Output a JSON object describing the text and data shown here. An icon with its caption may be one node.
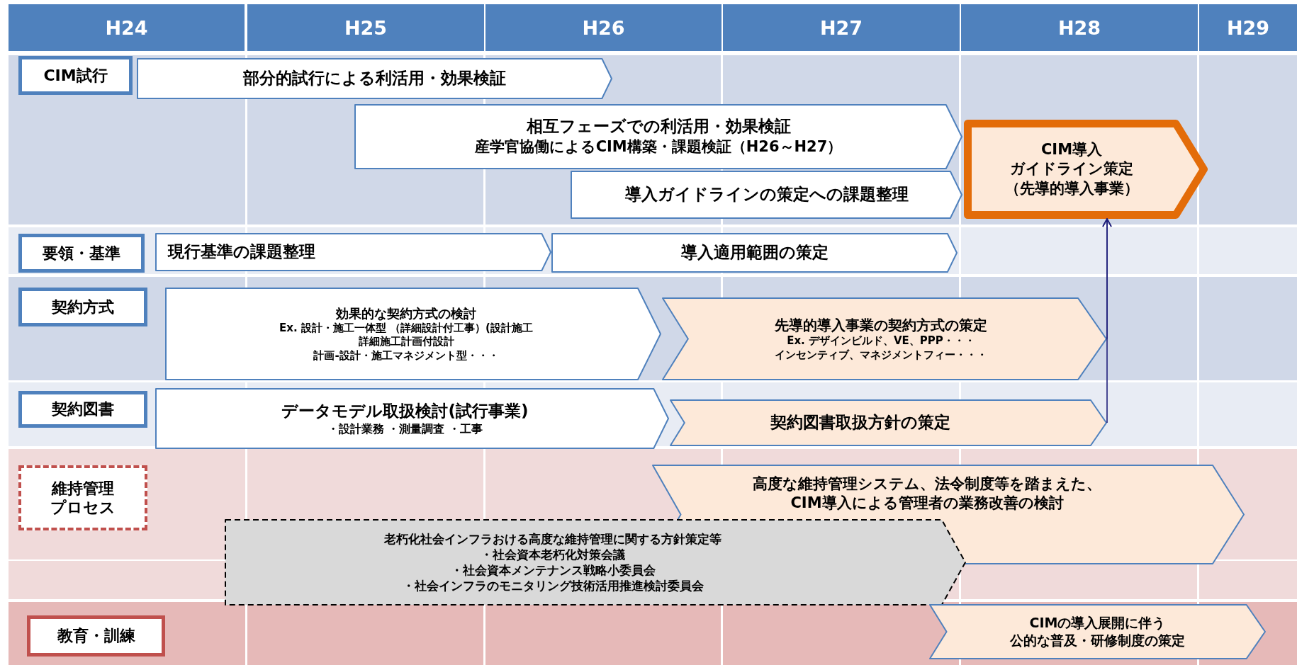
{
  "diagram": {
    "nodes": [
      {
        "text": [
          "CIM試行"
        ]
      },
      {
        "text": [
          "部分的試行による利活用・効果検証"
        ]
      },
      {
        "text": [
          "相互フェーズでの利活用・効果検証",
          "産学官協働によるCIM構築・課題検証（H26～H27）"
        ]
      },
      {
        "text": [
          "導入ガイドラインの策定への課題整理"
        ]
      },
      {
        "text": [
          "CIM導入",
          "ガイドライン策定",
          "（先導的導入事業）"
        ]
      },
      {
        "text": [
          "要領・基準"
        ]
      },
      {
        "text": [
          "現行基準の課題整理"
        ]
      },
      {
        "text": [
          "導入適用範囲の策定"
        ]
      },
      {
        "text": [
          "契約方式"
        ]
      },
      {
        "text": [
          "効果的な契約方式の検討",
          "Ex. 設計・施工一体型 （詳細設計付工事）(設計施工",
          "詳細施工計画付設計",
          "計画‐設計・施工マネジメント型・・・"
        ]
      },
      {
        "text": [
          "先導的導入事業の契約方式の策定",
          "Ex. デザインビルド、VE、PPP・・・",
          "インセンティブ、マネジメントフィー・・・"
        ]
      },
      {
        "text": [
          "契約図書"
        ]
      },
      {
        "text": [
          "データモデル取扱検討(試行事業)",
          "・設計業務 ・測量調査 ・工事"
        ]
      },
      {
        "text": [
          "契約図書取扱方針の策定"
        ]
      },
      {
        "text": [
          "維持管理プロセス"
        ]
      },
      {
        "text": [
          "高度な維持管理システム、法令制度等を踏まえた、",
          "CIM導入による管理者の業務改善の検討"
        ]
      },
      {
        "text": [
          "老朽化社会インフラおける高度な維持管理に関する方針策定等",
          "・社会資本老朽化対策会議",
          "・社会資本メンテナンス戦略小委員会",
          "・社会インフラのモニタリング技術活用推進検討委員会"
        ]
      },
      {
        "text": [
          "教育・訓練"
        ]
      },
      {
        "text": [
          "CIMの導入展開に伴う",
          "公的な普及・研修制度の策定"
        ]
      }
    ],
    "edges": [
      {
        "from": 10,
        "to": 4,
        "arrow": "to"
      },
      {
        "from": 13,
        "to": 4,
        "arrow": "to"
      }
    ],
    "labels": [
      "H24",
      "H25",
      "H26",
      "H27",
      "H28",
      "H29"
    ]
  }
}
